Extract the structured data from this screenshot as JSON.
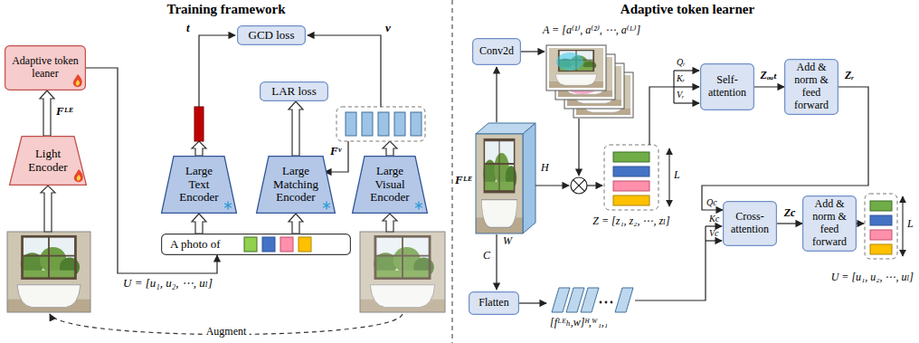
{
  "diagram": {
    "nodes": [
      {
        "text": [
          "Adaptive token leaner"
        ]
      },
      {
        "text": [
          "Light Encoder"
        ]
      },
      {
        "text": [
          "GCD loss"
        ]
      },
      {
        "text": [
          "LAR loss"
        ]
      },
      {
        "text": [
          "Large Text Encoder"
        ]
      },
      {
        "text": [
          "Large Matching Encoder"
        ]
      },
      {
        "text": [
          "Large Visual Encoder"
        ]
      },
      {
        "text": [
          "A photo of"
        ]
      },
      {
        "text": [
          "Conv2d"
        ]
      },
      {
        "text": [
          "Self-attention"
        ]
      },
      {
        "text": [
          "Add & norm & feed forward"
        ]
      },
      {
        "text": [
          "Cross-attention"
        ]
      },
      {
        "text": [
          "Add & norm & feed forward"
        ]
      },
      {
        "text": [
          "Flatten"
        ]
      }
    ],
    "edges": [
      {
        "from": 1,
        "to": 0,
        "arrow": "to"
      },
      {
        "from": 7,
        "to": 4,
        "arrow": "to"
      },
      {
        "from": 7,
        "to": 5,
        "arrow": "to"
      },
      {
        "from": 5,
        "to": 3,
        "arrow": "to"
      },
      {
        "from": 0,
        "to": 7,
        "arrow": "to"
      },
      {
        "from": 9,
        "to": 10,
        "label": "Zₒᵤₜ",
        "arrow": "to"
      },
      {
        "from": 10,
        "to": 11,
        "label": "Zᵣ",
        "arrow": "to"
      },
      {
        "from": 11,
        "to": 12,
        "label": "Zc",
        "arrow": "to"
      }
    ],
    "labels": [
      "Training framework",
      "Adaptive token learner",
      "t",
      "v",
      "Fᵛ",
      "Fᴸᴱ",
      "U = [u₁, u₂, ⋯, uₗ]",
      "Augment",
      "A = [a⁽¹⁾, a⁽²⁾, ⋯, a⁽ᴸ⁾]",
      "Fᴸᴱ",
      "H",
      "W",
      "C",
      "Z = [z₁, z₂, ⋯, zₗ]",
      "L",
      "Qᵣ",
      "Kᵣ",
      "Vᵣ",
      "Qc",
      "Kc",
      "Vc",
      "[fᴸᴱₕ,w]ᴴ,ᵂ₁,₁",
      "L",
      "U = [u₁, u₂, ⋯, uₗ]"
    ]
  }
}
